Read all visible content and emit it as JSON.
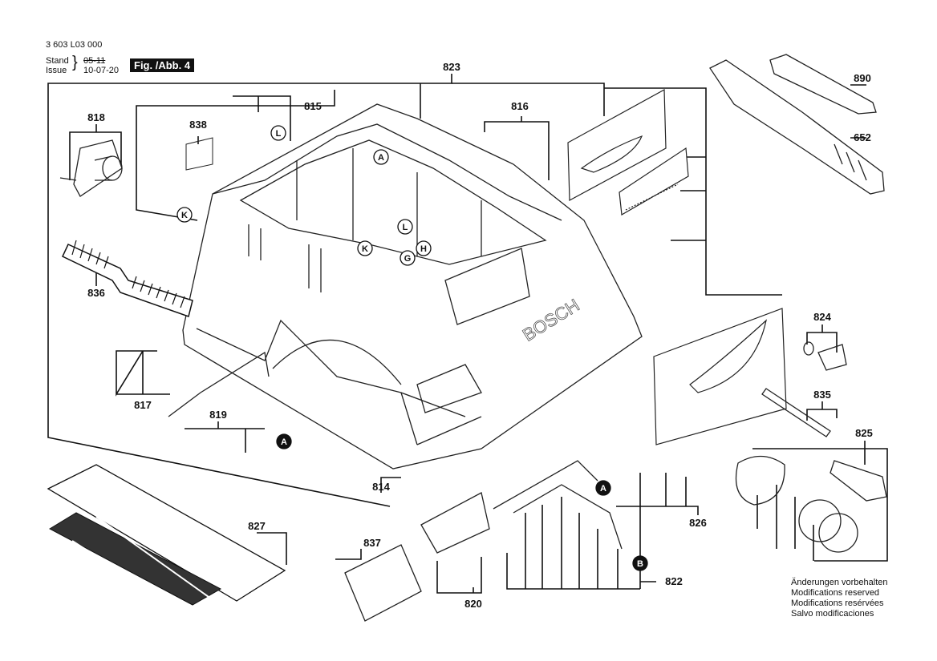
{
  "header": {
    "doc_number": "3 603 L03 000",
    "stand_label": "Stand",
    "issue_label": "Issue",
    "stand_value": "05-11",
    "issue_value": "10-07-20",
    "figure_label": "Fig. /Abb. 4"
  },
  "brand_mark": "BOSCH",
  "parts": [
    {
      "id": "p823",
      "number": "823"
    },
    {
      "id": "p815",
      "number": "815"
    },
    {
      "id": "p816",
      "number": "816"
    },
    {
      "id": "p818",
      "number": "818"
    },
    {
      "id": "p838",
      "number": "838"
    },
    {
      "id": "p836",
      "number": "836"
    },
    {
      "id": "p890",
      "number": "890"
    },
    {
      "id": "p652",
      "number": "652"
    },
    {
      "id": "p824",
      "number": "824"
    },
    {
      "id": "p835",
      "number": "835"
    },
    {
      "id": "p825",
      "number": "825"
    },
    {
      "id": "p826",
      "number": "826"
    },
    {
      "id": "p817",
      "number": "817"
    },
    {
      "id": "p819",
      "number": "819"
    },
    {
      "id": "p814",
      "number": "814"
    },
    {
      "id": "p827",
      "number": "827"
    },
    {
      "id": "p837",
      "number": "837"
    },
    {
      "id": "p820",
      "number": "820"
    },
    {
      "id": "p822",
      "number": "822"
    }
  ],
  "markers": {
    "A": "A",
    "B": "B",
    "G": "G",
    "H": "H",
    "K": "K",
    "L": "L"
  },
  "modifications": [
    "Änderungen vorbehalten",
    "Modifications reserved",
    "Modifications resérvées",
    "Salvo modificaciones"
  ]
}
